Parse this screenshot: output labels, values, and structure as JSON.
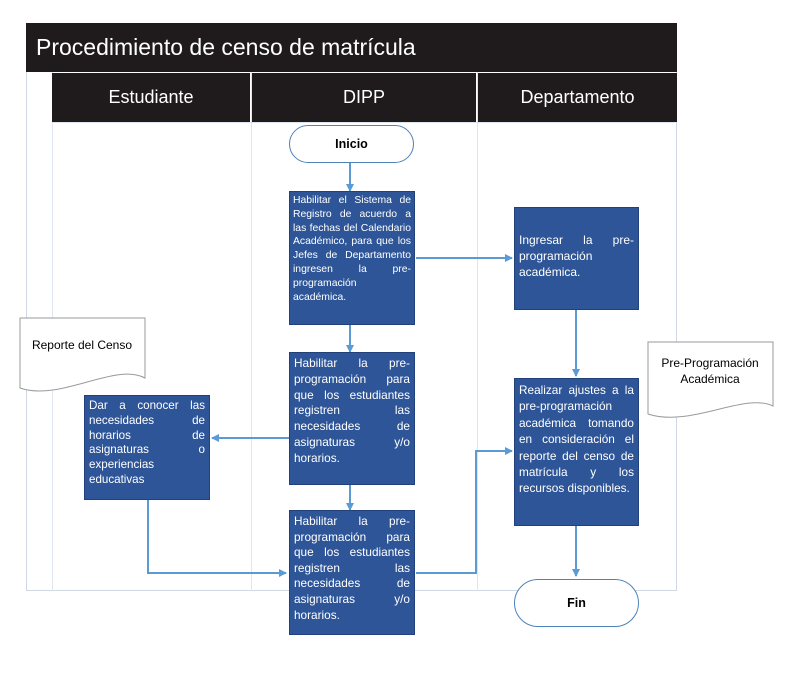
{
  "title": "Procedimiento de censo de matrícula",
  "lanes": [
    "Estudiante",
    "DIPP",
    "Departamento"
  ],
  "nodes": {
    "inicio": "Inicio",
    "fin": "Fin",
    "habilitar_sistema": "Habilitar el Sistema de Registro de acuerdo a las fechas del Calendario Académico, para que los Jefes de Departamento ingresen la pre-programación académica.",
    "ingresar_preprogramacion": "Ingresar la pre-programación académica.",
    "habilitar_preprogramacion_1": "Habilitar la pre-programación para que los estudiantes registren las necesidades de asignaturas y/o horarios.",
    "dar_a_conocer": "Dar a conocer las necesidades de horarios de asignaturas o experiencias educativas",
    "realizar_ajustes": "Realizar ajustes a la pre-programación académica tomando en consideración el reporte del censo de matrícula y los recursos disponibles.",
    "habilitar_preprogramacion_2": "Habilitar la pre-programación para que los estudiantes registren las necesidades de asignaturas y/o horarios."
  },
  "documents": {
    "reporte_censo": "Reporte del Censo",
    "pre_programacion": "Pre-Programación Académica"
  },
  "colors": {
    "header_bg": "#1f1b1c",
    "process_fill": "#2e5597",
    "connector": "#5b9bd5",
    "terminator_border": "#4f82b9"
  }
}
